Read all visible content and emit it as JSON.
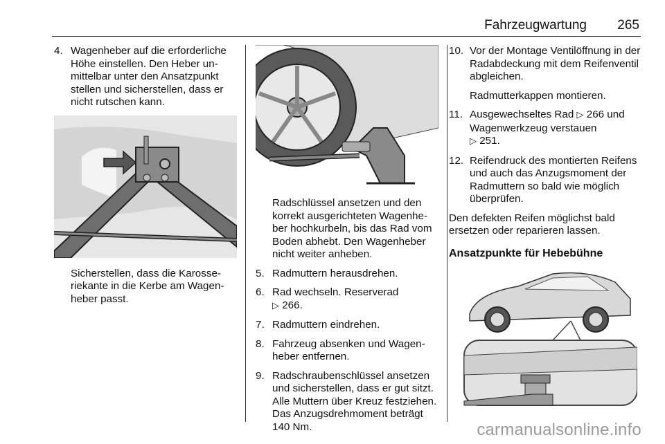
{
  "header": {
    "title": "Fahrzeugwartung",
    "page": "265"
  },
  "col1": {
    "step4": {
      "num": "4.",
      "text": "Wagenheber auf die erforderliche Höhe einstellen. Den Heber un­mittelbar unter den Ansatzpunkt stellen und sicherstellen, dass er nicht rutschen kann."
    },
    "caption": "Sicherstellen, dass die Karosse­riekante in die Kerbe am Wagen­heber passt."
  },
  "col2": {
    "caption": "Radschlüssel ansetzen und den korrekt ausgerichteten Wagenhe­ber hochkurbeln, bis das Rad vom Boden abhebt. Den Wagenheber nicht weiter anheben.",
    "step5": {
      "num": "5.",
      "text": "Radmuttern herausdrehen."
    },
    "step6": {
      "num": "6.",
      "text": "Rad wechseln. Reserverad",
      "ref": "266."
    },
    "step7": {
      "num": "7.",
      "text": "Radmuttern eindrehen."
    },
    "step8": {
      "num": "8.",
      "text": "Fahrzeug absenken und Wagen­heber entfernen."
    },
    "step9": {
      "num": "9.",
      "text": "Radschraubenschlüssel anset­zen und sicherstellen, dass er gut sitzt. Alle Muttern über Kreuz fest­ziehen. Das Anzugsdrehmoment beträgt 140 Nm."
    }
  },
  "col3": {
    "step10": {
      "num": "10.",
      "text": "Vor der Montage Ventilöffnung in der Radabdeckung mit dem Rei­fenventil abgleichen."
    },
    "step10_sub": "Radmutterkappen montieren.",
    "step11": {
      "num": "11.",
      "text_a": "Ausgewechseltes Rad",
      "ref_a": "266 und Wagenwerkzeug verstauen",
      "ref_b": "251."
    },
    "step12": {
      "num": "12.",
      "text": "Reifendruck des montierten Rei­fens und auch das Anzugsmo­ment der Radmuttern so bald wie möglich überprüfen."
    },
    "para": "Den defekten Reifen möglichst bald ersetzen oder reparieren lassen.",
    "heading": "Ansatzpunkte für Hebebühne"
  },
  "icons": {
    "ref_arrow": "▷"
  },
  "watermark": "carmanualsonline.info"
}
